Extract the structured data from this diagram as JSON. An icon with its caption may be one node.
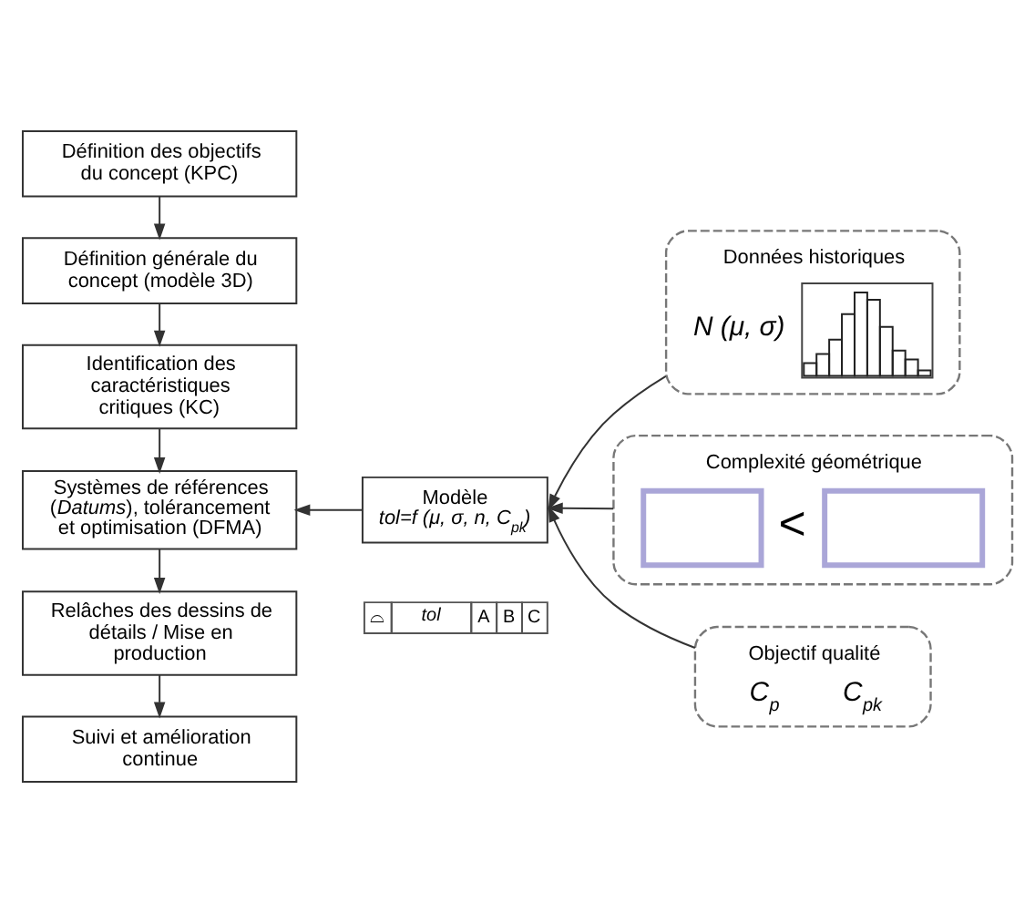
{
  "diagram": {
    "nodes": [
      {
        "text": [
          "Définition des objectifs du concept (KPC)"
        ]
      },
      {
        "text": [
          "Définition générale du concept (modèle 3D)"
        ]
      },
      {
        "text": [
          "Identification des caractéristiques critiques (KC)"
        ]
      },
      {
        "text": [
          "Systèmes de références (*Datums*), tolérancement et optimisation (DFMA)"
        ]
      },
      {
        "text": [
          "Relâches des dessins de détails / Mise en production"
        ]
      },
      {
        "text": [
          "Suivi et amélioration continue"
        ]
      },
      {
        "text": [
          "Modèle",
          "tol=f (μ, σ, n, C$_{pk}$)"
        ]
      },
      {
        "text": [
          "Données historiques",
          "N (μ, σ)"
        ]
      },
      {
        "text": [
          "Complexité géométrique",
          "<"
        ]
      },
      {
        "text": [
          "Objectif qualité",
          "C$_{p}$",
          "C$_{pk}$"
        ]
      }
    ],
    "edges": [
      {
        "from": 0,
        "to": 1,
        "arrow": "to"
      },
      {
        "from": 1,
        "to": 2,
        "arrow": "to"
      },
      {
        "from": 2,
        "to": 3,
        "arrow": "to"
      },
      {
        "from": 3,
        "to": 4,
        "arrow": "to"
      },
      {
        "from": 4,
        "to": 5,
        "arrow": "to"
      },
      {
        "from": 6,
        "to": 3,
        "arrow": "to"
      },
      {
        "from": 7,
        "to": 6,
        "arrow": "to"
      },
      {
        "from": 8,
        "to": 6,
        "arrow": "to"
      },
      {
        "from": 9,
        "to": 6,
        "arrow": "to"
      }
    ],
    "labels": [
      "⌓",
      "tol",
      "A",
      "B",
      "C"
    ]
  }
}
